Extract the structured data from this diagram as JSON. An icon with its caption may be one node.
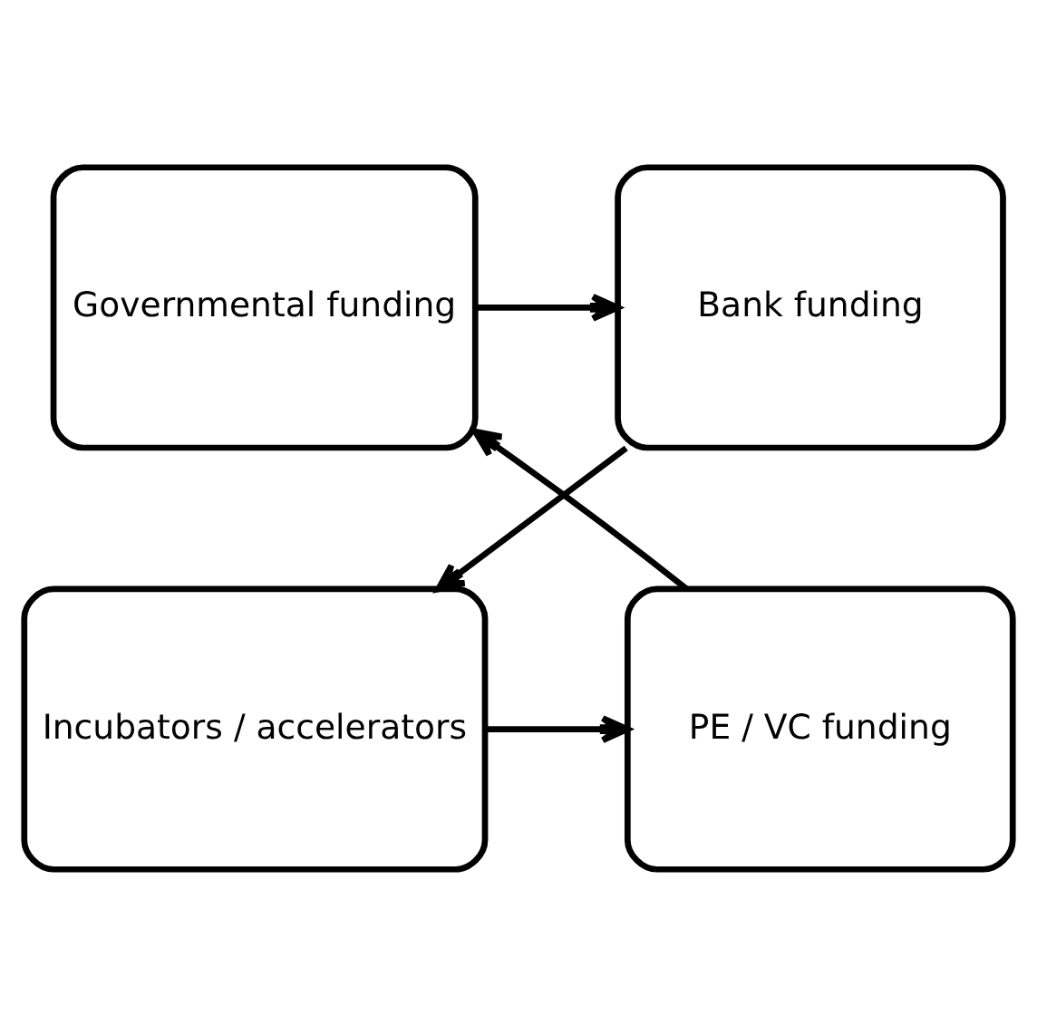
{
  "diagram": {
    "nodes": [
      {
        "text": [
          "Governmental funding"
        ]
      },
      {
        "text": [
          "Bank funding"
        ]
      },
      {
        "text": [
          "Incubators / accelerators"
        ]
      },
      {
        "text": [
          "PE / VC funding"
        ]
      }
    ],
    "edges": [
      {
        "from": 0,
        "to": 1,
        "arrow": "to"
      },
      {
        "from": 1,
        "to": 2,
        "arrow": "to"
      },
      {
        "from": 2,
        "to": 3,
        "arrow": "to"
      },
      {
        "from": 3,
        "to": 0,
        "arrow": "to"
      }
    ]
  }
}
